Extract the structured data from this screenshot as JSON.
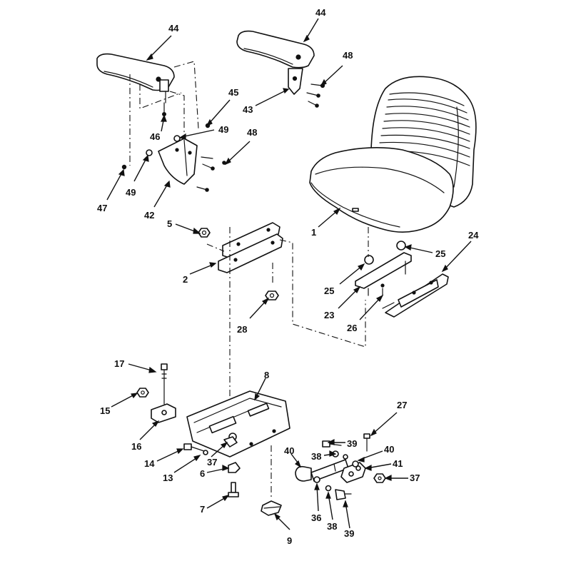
{
  "diagram": {
    "type": "exploded parts diagram",
    "callouts": {
      "c1": "1",
      "c2": "2",
      "c5": "5",
      "c6": "6",
      "c7": "7",
      "c8": "8",
      "c9": "9",
      "c13": "13",
      "c14": "14",
      "c15": "15",
      "c16": "16",
      "c17": "17",
      "c23": "23",
      "c24": "24",
      "c25a": "25",
      "c25b": "25",
      "c26": "26",
      "c27": "27",
      "c28": "28",
      "c36": "36",
      "c37a": "37",
      "c37b": "37",
      "c38a": "38",
      "c38b": "38",
      "c39a": "39",
      "c39b": "39",
      "c40a": "40",
      "c40b": "40",
      "c41": "41",
      "c42": "42",
      "c43": "43",
      "c44a": "44",
      "c44b": "44",
      "c45": "45",
      "c46": "46",
      "c47": "47",
      "c48a": "48",
      "c48b": "48",
      "c49a": "49",
      "c49b": "49"
    },
    "parts": [
      {
        "id": "seat",
        "icon": "seat-cushion"
      },
      {
        "id": "armrest-left",
        "icon": "armrest"
      },
      {
        "id": "armrest-right",
        "icon": "armrest"
      },
      {
        "id": "armrest-bracket",
        "icon": "bracket"
      },
      {
        "id": "seat-rails",
        "icon": "slide-rails"
      },
      {
        "id": "seat-slide-track",
        "icon": "slide-track"
      },
      {
        "id": "seat-pan",
        "icon": "mounting-pan"
      },
      {
        "id": "bumper",
        "icon": "rubber-bumper"
      },
      {
        "id": "shock-absorber",
        "icon": "damper"
      }
    ]
  }
}
